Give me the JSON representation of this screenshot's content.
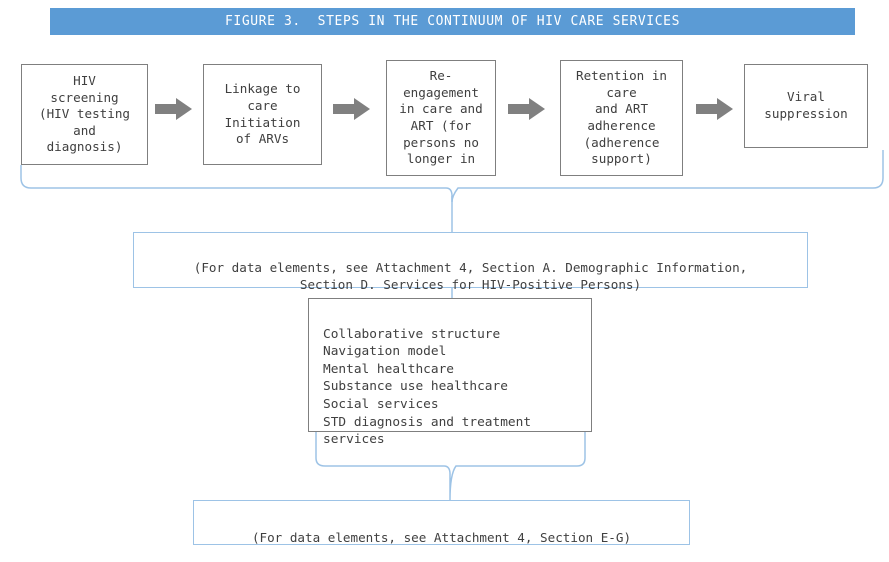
{
  "figure": {
    "title": "FIGURE 3.  STEPS IN THE CONTINUUM OF HIV CARE SERVICES",
    "title_bar_color": "#5B9BD5",
    "title_text_color": "#FFFFFF",
    "connector_color": "#9DC3E6",
    "arrow_color": "#808080",
    "box_border_color": "#7F7F7F"
  },
  "steps": [
    {
      "id": "hiv-screening",
      "label": "HIV\nscreening\n(HIV testing\nand\ndiagnosis)"
    },
    {
      "id": "linkage-to-care",
      "label": "Linkage to\ncare\nInitiation\nof ARVs"
    },
    {
      "id": "re-engagement",
      "label": "Re-\nengagement\nin care and\nART (for\npersons no\nlonger in"
    },
    {
      "id": "retention-in-care",
      "label": "Retention in\ncare\nand ART\nadherence\n(adherence\nsupport)"
    },
    {
      "id": "viral-suppression",
      "label": "Viral\nsuppression"
    }
  ],
  "arrows": [
    {
      "id": "arrow-1",
      "name": "arrow-screening-to-linkage"
    },
    {
      "id": "arrow-2",
      "name": "arrow-linkage-to-reengagement"
    },
    {
      "id": "arrow-3",
      "name": "arrow-reengagement-to-retention"
    },
    {
      "id": "arrow-4",
      "name": "arrow-retention-to-viral"
    }
  ],
  "note_top": {
    "text": "(For data elements, see Attachment 4, Section A. Demographic Information,\nSection D. Services for HIV-Positive Persons)"
  },
  "services_list": {
    "items": [
      "Collaborative structure",
      "Navigation model",
      "Mental healthcare",
      "Substance use healthcare",
      "Social services",
      "STD diagnosis and treatment",
      "services"
    ],
    "text": "Collaborative structure\nNavigation model\nMental healthcare\nSubstance use healthcare\nSocial services\nSTD diagnosis and treatment\nservices"
  },
  "note_bottom": {
    "text": "(For data elements, see Attachment 4, Section E-G)"
  }
}
